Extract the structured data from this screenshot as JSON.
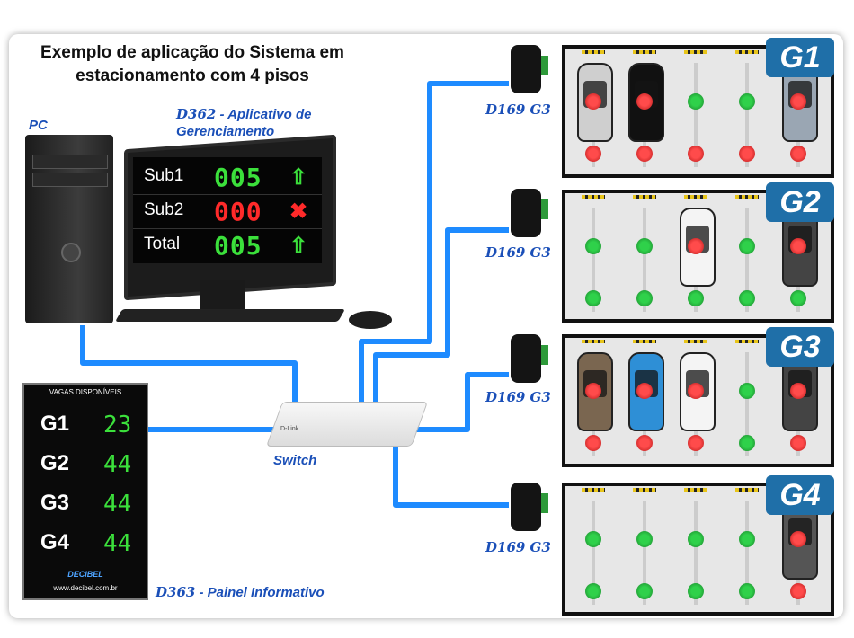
{
  "title": "Exemplo de aplicação do Sistema em estacionamento com 4 pisos",
  "pc_label": "PC",
  "d362": {
    "code": "D362",
    "text": " - Aplicativo de Gerenciamento"
  },
  "app_screen": {
    "rows": [
      {
        "name": "Sub1",
        "value": "005",
        "status": "up-arrow-icon",
        "color": "#3be03b",
        "icon_glyph": "⇧"
      },
      {
        "name": "Sub2",
        "value": "000",
        "status": "x-icon",
        "color": "#ff2a2a",
        "icon_glyph": "✖"
      },
      {
        "name": "Total",
        "value": "005",
        "status": "up-arrow-icon",
        "color": "#3be03b",
        "icon_glyph": "⇧"
      }
    ]
  },
  "switch_label": "Switch",
  "switch_brand": "D-Link",
  "d363": {
    "code": "D363",
    "text": " - Painel Informativo"
  },
  "panel": {
    "header": "VAGAS DISPONÍVEIS",
    "rows": [
      {
        "floor": "G1",
        "value": "23"
      },
      {
        "floor": "G2",
        "value": "44"
      },
      {
        "floor": "G3",
        "value": "44"
      },
      {
        "floor": "G4",
        "value": "44"
      }
    ],
    "brand": "DECIBEL",
    "url": "www.decibel.com.br"
  },
  "d169_label": {
    "code": "D169",
    "text": " G3"
  },
  "floors": [
    {
      "name": "G1",
      "top_sensors": [
        "r",
        "r",
        "g",
        "g",
        "r"
      ],
      "bottom_sensors": [
        "r",
        "r",
        "r",
        "r",
        "r"
      ],
      "cars": [
        "#cfcfcf",
        "#111111",
        null,
        null,
        "#9aa6b3"
      ]
    },
    {
      "name": "G2",
      "top_sensors": [
        "g",
        "g",
        "r",
        "g",
        "r"
      ],
      "bottom_sensors": [
        "g",
        "g",
        "g",
        "g",
        "g"
      ],
      "cars": [
        null,
        null,
        "#f4f4f4",
        null,
        "#444444"
      ]
    },
    {
      "name": "G3",
      "top_sensors": [
        "r",
        "r",
        "r",
        "g",
        "r"
      ],
      "bottom_sensors": [
        "r",
        "r",
        "r",
        "g",
        "r"
      ],
      "cars": [
        "#7a6650",
        "#2e8fd6",
        "#f4f4f4",
        null,
        "#444444"
      ]
    },
    {
      "name": "G4",
      "top_sensors": [
        "g",
        "g",
        "g",
        "g",
        "r"
      ],
      "bottom_sensors": [
        "g",
        "g",
        "g",
        "g",
        "r"
      ],
      "cars": [
        null,
        null,
        null,
        null,
        "#555555"
      ]
    }
  ],
  "colors": {
    "cable": "#1e8bff",
    "label_blue": "#1a4fb8",
    "floor_tag": "#1f6fa8"
  }
}
